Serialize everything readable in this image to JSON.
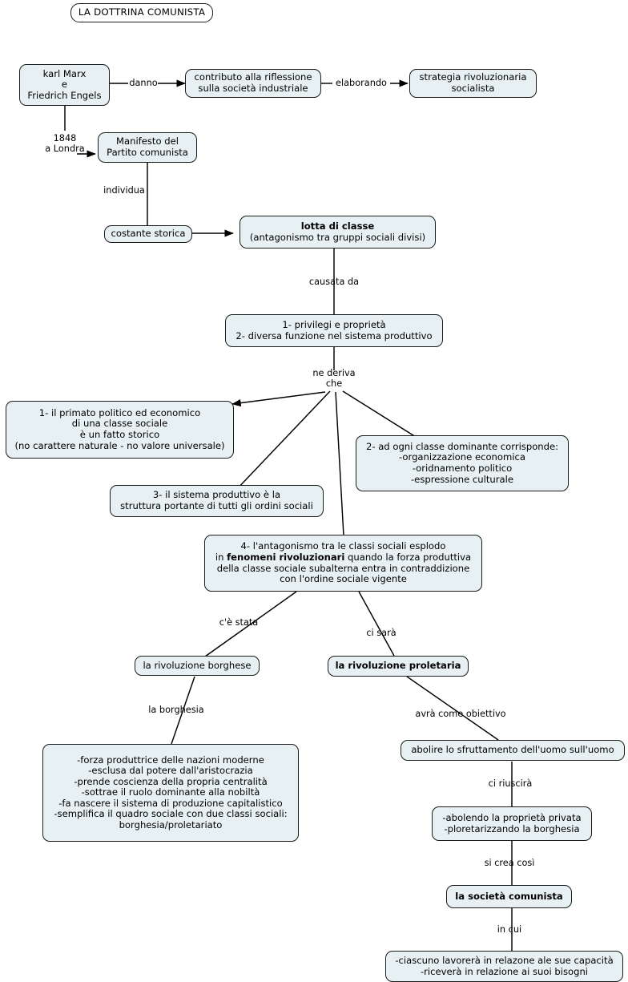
{
  "diagram": {
    "title": "LA DOTTRINA COMUNISTA",
    "type": "concept-map",
    "language": "it",
    "colors": {
      "node_fill": "#e7f0f2",
      "node_border": "#1a1a1a",
      "title_fill": "#ffffff",
      "edge": "#000000",
      "background": "#ffffff"
    },
    "nodes": [
      {
        "id": "title",
        "label": "LA DOTTRINA COMUNISTA",
        "bold": false
      },
      {
        "id": "marx",
        "label": "karl Marx\ne\nFriedrich Engels",
        "bold": false
      },
      {
        "id": "contributo",
        "label": "contributo alla riflessione\nsulla società industriale",
        "bold": false
      },
      {
        "id": "strategia",
        "label": "strategia rivoluzionaria\nsocialista",
        "bold": false
      },
      {
        "id": "manifesto",
        "label": "Manifesto del\nPartito comunista",
        "bold": false
      },
      {
        "id": "costante",
        "label": "costante storica",
        "bold": false
      },
      {
        "id": "lotta_title",
        "label": "lotta di classe",
        "bold": true
      },
      {
        "id": "lotta_sub",
        "label": "(antagonismo tra gruppi sociali divisi)",
        "bold": false
      },
      {
        "id": "cause",
        "label": "1- privilegi e proprietà\n2- diversa funzione nel sistema produttivo",
        "bold": false
      },
      {
        "id": "punto1",
        "label": "1- il primato politico ed economico\ndi una classe sociale\nè un fatto storico\n(no carattere naturale - no valore universale)",
        "bold": false
      },
      {
        "id": "punto2",
        "label": "2- ad ogni classe dominante corrisponde:\n-organizzazione economica\n-oridnamento politico\n-espressione culturale",
        "bold": false
      },
      {
        "id": "punto3",
        "label": "3- il sistema produttivo è la\nstruttura portante di tutti gli ordini sociali",
        "bold": false
      },
      {
        "id": "punto4_l1",
        "label": "4- l'antagonismo tra le classi sociali esplodo",
        "bold": false
      },
      {
        "id": "punto4_l2a",
        "label": "in ",
        "bold": false
      },
      {
        "id": "punto4_l2b",
        "label": "fenomeni rivoluzionari",
        "bold": true
      },
      {
        "id": "punto4_l2c",
        "label": " quando la forza produttiva",
        "bold": false
      },
      {
        "id": "punto4_l3",
        "label": "della classe sociale subalterna entra in contraddizione",
        "bold": false
      },
      {
        "id": "punto4_l4",
        "label": "con l'ordine sociale vigente",
        "bold": false
      },
      {
        "id": "riv_borghese",
        "label": "la rivoluzione borghese",
        "bold": false
      },
      {
        "id": "riv_prolet",
        "label": "la rivoluzione proletaria",
        "bold": true
      },
      {
        "id": "borghesia_list",
        "label": "-forza produttrice delle nazioni moderne\n-esclusa dal potere dall'aristocrazia\n-prende coscienza della propria centralità\n-sottrae il ruolo dominante alla nobiltà\n-fa nascere il sistema di produzione capitalistico\n-semplifica il quadro sociale con due classi sociali:\nborghesia/proletariato",
        "bold": false
      },
      {
        "id": "abolire",
        "label": "abolire lo sfruttamento dell'uomo sull'uomo",
        "bold": false
      },
      {
        "id": "abolendo",
        "label": "-abolendo la proprietà privata\n-ploretarizzando la borghesia",
        "bold": false
      },
      {
        "id": "societa",
        "label": "la società comunista",
        "bold": true
      },
      {
        "id": "in_cui_box",
        "label": "-ciascuno lavorerà in relazone ale sue capacità\n-riceverà in relazione ai suoi bisogni",
        "bold": false
      }
    ],
    "edge_labels": [
      {
        "id": "danno",
        "label": "danno"
      },
      {
        "id": "elaborando",
        "label": "elaborando"
      },
      {
        "id": "anno_luogo",
        "label": "1848\na Londra"
      },
      {
        "id": "individua",
        "label": "individua"
      },
      {
        "id": "causata_da",
        "label": "causata da"
      },
      {
        "id": "ne_deriva",
        "label": "ne deriva\nche"
      },
      {
        "id": "ce_stata",
        "label": "c'è stata"
      },
      {
        "id": "ci_sara",
        "label": "ci sarà"
      },
      {
        "id": "la_borghesia",
        "label": "la borghesia"
      },
      {
        "id": "avra_obiettivo",
        "label": "avrà come obiettivo"
      },
      {
        "id": "ci_riuscira",
        "label": "ci riuscirà"
      },
      {
        "id": "si_crea_cosi",
        "label": "si crea così"
      },
      {
        "id": "in_cui",
        "label": "in cui"
      }
    ]
  }
}
